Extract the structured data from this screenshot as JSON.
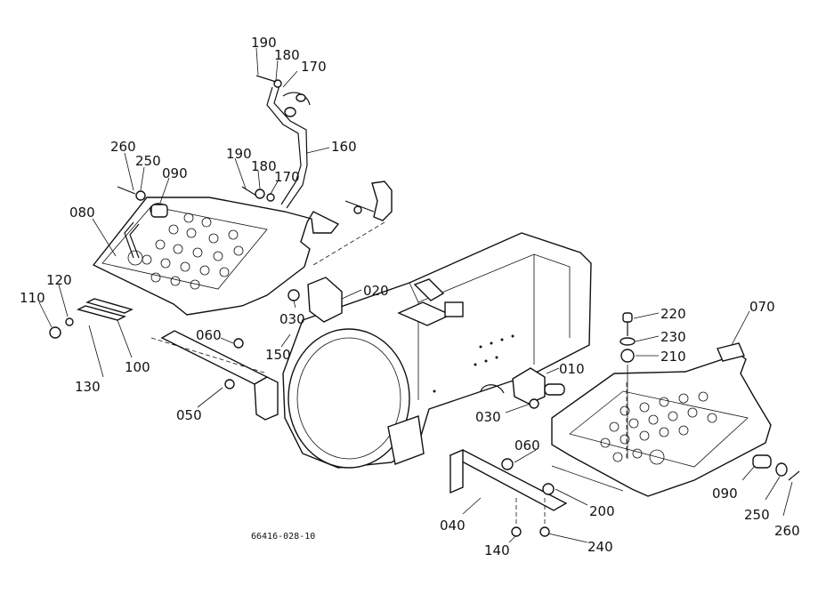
{
  "drawing_code": "66416-028-10",
  "callouts": {
    "c190_top": "190",
    "c180_top": "180",
    "c170_top": "170",
    "c160": "160",
    "c260_left": "260",
    "c250_left": "250",
    "c090_left": "090",
    "c190_mid": "190",
    "c180_mid": "180",
    "c170_mid": "170",
    "c080": "080",
    "c020": "020",
    "c030_left": "030",
    "c120": "120",
    "c110": "110",
    "c060_left": "060",
    "c150": "150",
    "c100": "100",
    "c130": "130",
    "c050": "050",
    "c220": "220",
    "c230": "230",
    "c210": "210",
    "c070": "070",
    "c010": "010",
    "c030_right": "030",
    "c060_right": "060",
    "c040": "040",
    "c200": "200",
    "c090_right": "090",
    "c250_right": "250",
    "c260_right": "260",
    "c140": "140",
    "c240": "240"
  }
}
